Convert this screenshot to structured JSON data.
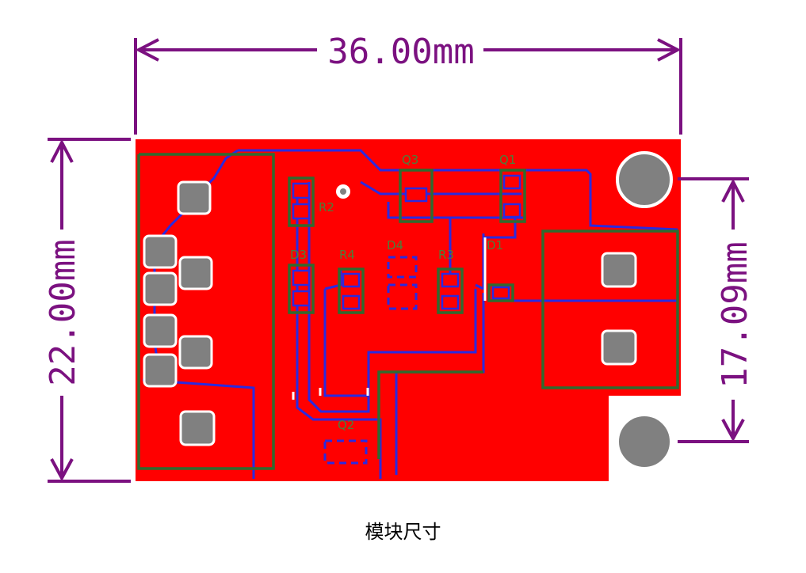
{
  "caption": "模块尺寸",
  "dimensions": {
    "width": "36.00mm",
    "height": "22.00mm",
    "hole_spacing": "17.09mm"
  },
  "components": {
    "q3": "Q3",
    "q1": "Q1",
    "r2": "R2",
    "d3": "D3",
    "r4": "R4",
    "d4": "D4",
    "r3": "R3",
    "d1": "D1",
    "q2": "Q2"
  },
  "colors": {
    "board": "#ff0000",
    "dimension": "#7b1180",
    "silkscreen": "#2f6b2f",
    "trace": "#2a2ae0",
    "pad": "#808080"
  }
}
